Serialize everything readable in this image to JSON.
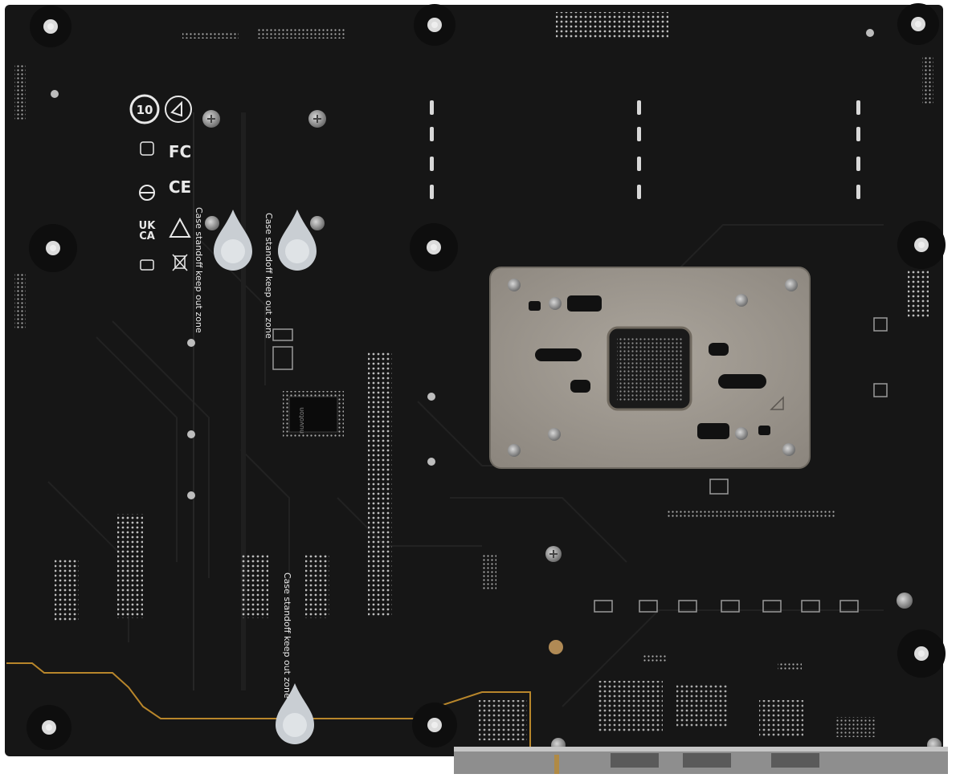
{
  "board": {
    "colors": {
      "background": "#ffffff",
      "pcb": "#161616",
      "pcb_trace": "#202020",
      "silkscreen": "#e8e8e8",
      "backplate": "#9d9890",
      "copper_trace": "#b8862b",
      "standoff_marker": "#c9ced3",
      "screw": "#8a8a8a",
      "io_shield": "#a9a9a9"
    },
    "silkscreen_labels": {
      "keepout_left": "Case standoff keep out zone",
      "keepout_right": "Case standoff keep out zone",
      "keepout_bottom": "Case standoff keep out zone",
      "cert_fc": "FC",
      "cert_ce": "CE",
      "cert_uk": "UK",
      "cert_ca": "CA",
      "cert_number": "10",
      "chip_marking": "nuvoton"
    },
    "icons": {
      "cert_10": "recycle-10-circle-icon",
      "cert_ukca": "ukca-mark-icon",
      "cert_weee": "crossed-bin-icon",
      "standoff": "teardrop-marker-icon",
      "screw": "screw-icon"
    }
  }
}
